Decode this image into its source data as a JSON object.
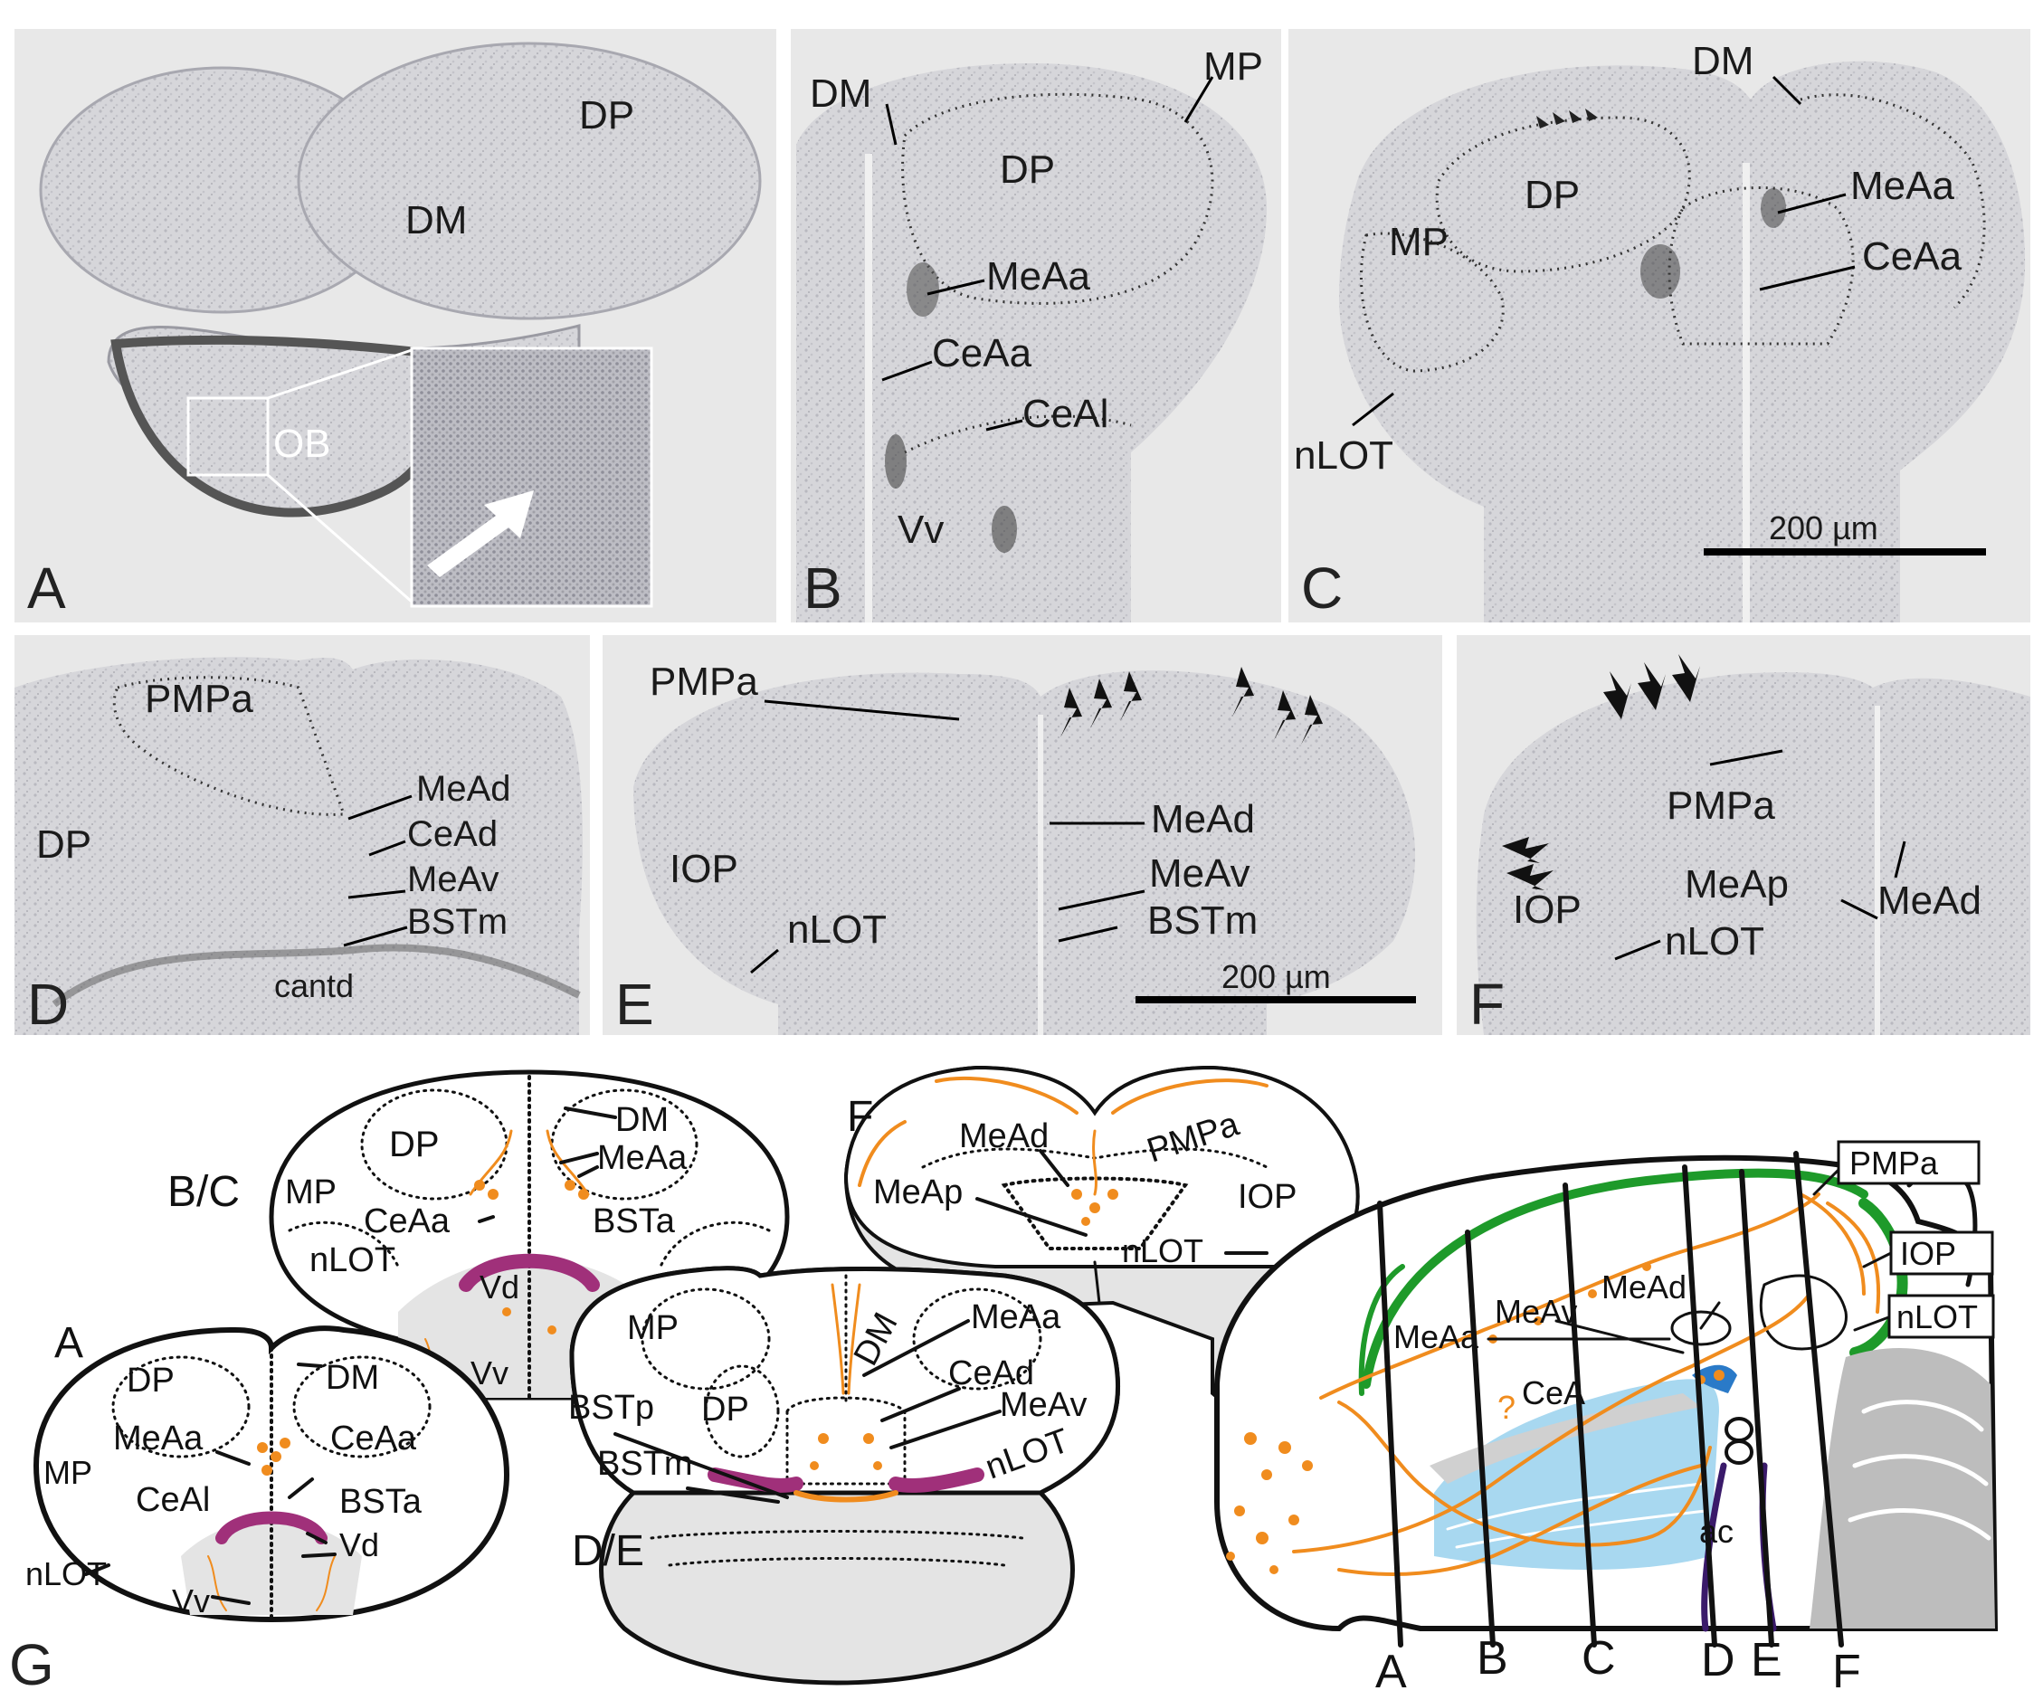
{
  "photo_panels": {
    "A": {
      "letter": "A",
      "labels": {
        "DP": "DP",
        "DM": "DM",
        "OB": "OB"
      }
    },
    "B": {
      "letter": "B",
      "labels": {
        "DM": "DM",
        "MP": "MP",
        "DP": "DP",
        "MeAa": "MeAa",
        "CeAa": "CeAa",
        "CeAl": "CeAl",
        "Vv": "Vv"
      }
    },
    "C": {
      "letter": "C",
      "labels": {
        "DM": "DM",
        "DP": "DP",
        "MeAa": "MeAa",
        "CeAa": "CeAa",
        "MP": "MP",
        "nLOT": "nLOT"
      },
      "scale_bar": "200 µm"
    },
    "D": {
      "letter": "D",
      "labels": {
        "PMPa": "PMPa",
        "MeAd": "MeAd",
        "CeAd": "CeAd",
        "MeAv": "MeAv",
        "BSTm": "BSTm",
        "DP": "DP",
        "cantd": "cantd"
      }
    },
    "E": {
      "letter": "E",
      "labels": {
        "PMPa": "PMPa",
        "MeAd": "MeAd",
        "MeAv": "MeAv",
        "BSTm": "BSTm",
        "IOP": "IOP",
        "nLOT": "nLOT"
      },
      "scale_bar": "200 µm"
    },
    "F": {
      "letter": "F",
      "labels": {
        "PMPa": "PMPa",
        "MeAp": "MeAp",
        "MeAd": "MeAd",
        "IOP": "IOP",
        "nLOT": "nLOT"
      }
    }
  },
  "schematic": {
    "letter": "G",
    "bc": {
      "title": "B/C",
      "labels": {
        "DP": "DP",
        "DM": "DM",
        "MeAa": "MeAa",
        "MP": "MP",
        "CeAa": "CeAa",
        "BSTa": "BSTa",
        "nLOT": "nLOT",
        "Vd": "Vd",
        "Vv": "Vv"
      }
    },
    "a": {
      "title": "A",
      "labels": {
        "DP": "DP",
        "DM": "DM",
        "MeAa": "MeAa",
        "CeAa": "CeAa",
        "MP": "MP",
        "CeAl": "CeAl",
        "BSTa": "BSTa",
        "Vd": "Vd",
        "nLOT": "nLOT",
        "Vv": "Vv"
      }
    },
    "f": {
      "title": "F",
      "labels": {
        "MeAd": "MeAd",
        "PMPa": "PMPa",
        "MeAp": "MeAp",
        "IOP": "IOP",
        "nLOT": "nLOT"
      }
    },
    "de": {
      "title": "D/E",
      "labels": {
        "MP": "MP",
        "DM": "DM",
        "MeAa": "MeAa",
        "DP": "DP",
        "CeAd": "CeAd",
        "BSTp": "BSTp",
        "MeAv": "MeAv",
        "BSTm": "BSTm",
        "nLOT": "nLOT"
      }
    },
    "sagittal": {
      "labels": {
        "MeAd": "MeAd",
        "MeAv": "MeAv",
        "MeAa": "MeAa",
        "CeA": "CeA",
        "ac": "ac",
        "q": "?"
      },
      "boxes": {
        "PMPa": "PMPa",
        "IOP": "IOP",
        "nLOT": "nLOT"
      },
      "sections": [
        "A",
        "B",
        "C",
        "D",
        "E",
        "F"
      ]
    }
  },
  "colors": {
    "projection": "#f08c1e",
    "bst": "#a0307a",
    "surface": "#1e9a2a",
    "amygdala": "#a8d8f0",
    "ac": "#3a1a6a"
  }
}
